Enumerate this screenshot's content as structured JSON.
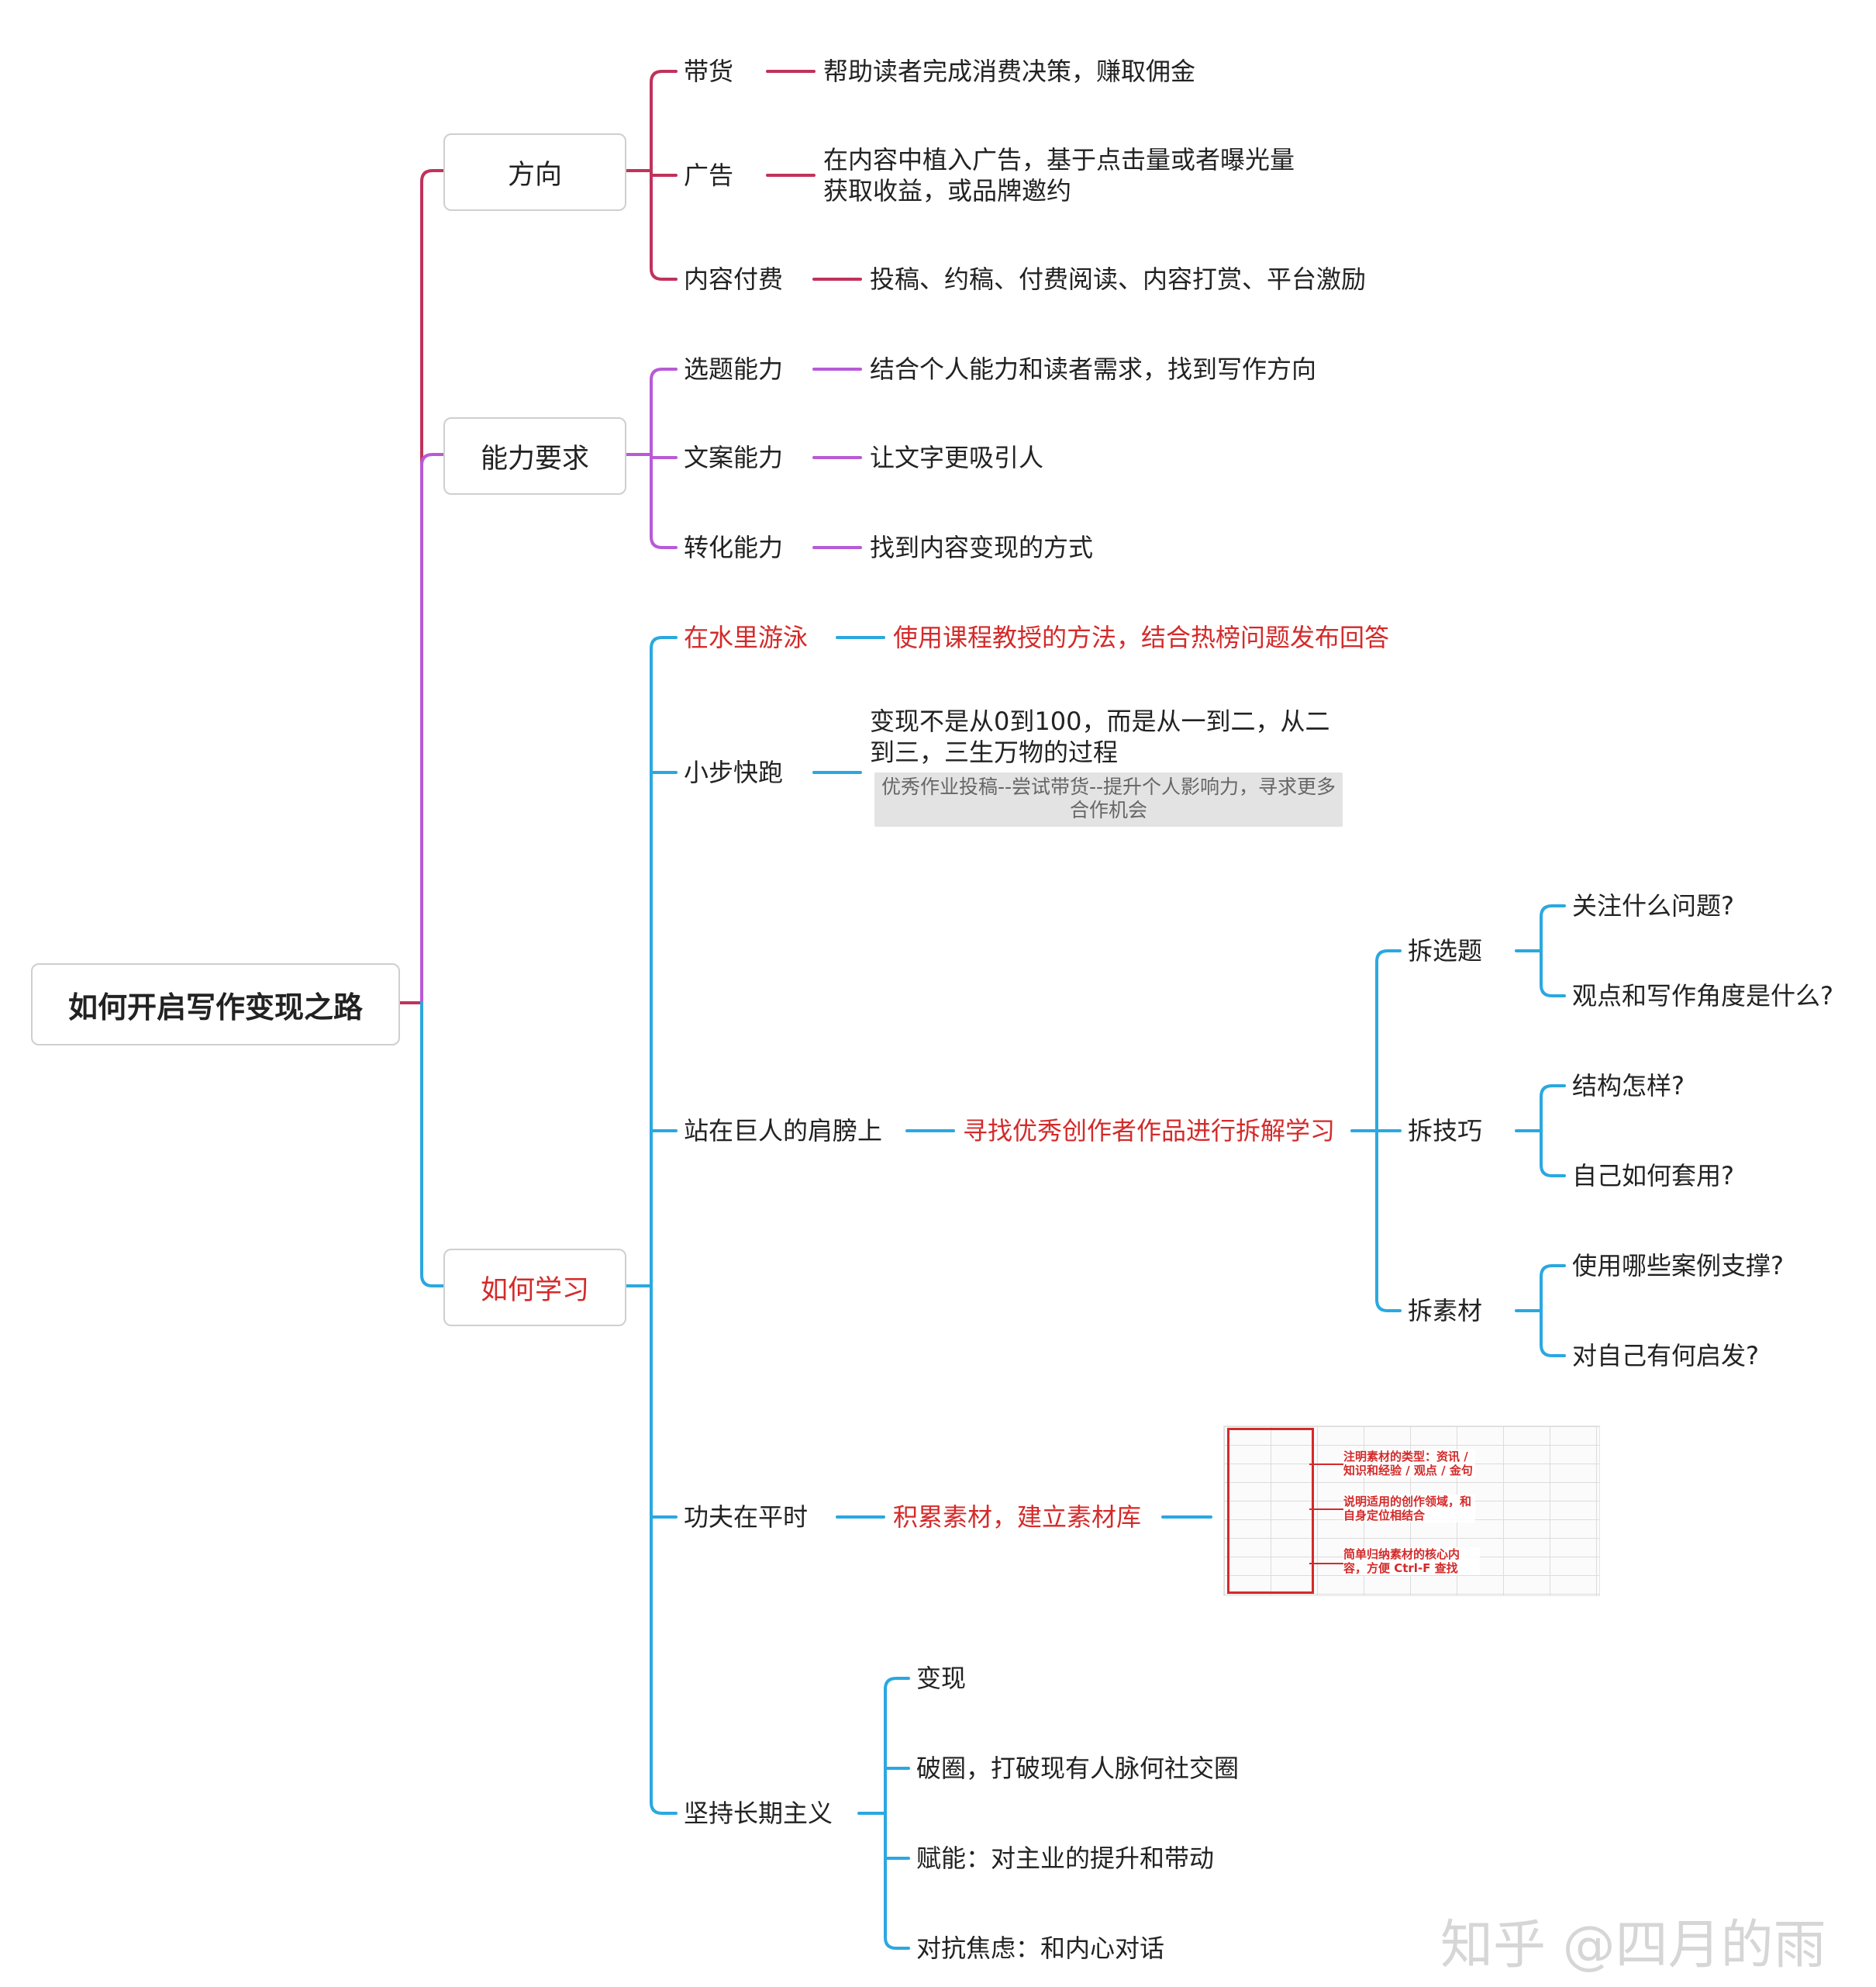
{
  "root": "如何开启写作变现之路",
  "colors": {
    "maroon": "#c0325c",
    "purple": "#b85ad6",
    "blue": "#2aa8e0",
    "red": "#d42a2a"
  },
  "branches": {
    "direction": {
      "label": "方向",
      "items": [
        {
          "label": "带货",
          "detail": "帮助读者完成消费决策，赚取佣金"
        },
        {
          "label": "广告",
          "detail": "在内容中植入广告，基于点击量或者曝光量获取收益，或品牌邀约"
        },
        {
          "label": "内容付费",
          "detail": "投稿、约稿、付费阅读、内容打赏、平台激励"
        }
      ]
    },
    "ability": {
      "label": "能力要求",
      "items": [
        {
          "label": "选题能力",
          "detail": "结合个人能力和读者需求，找到写作方向"
        },
        {
          "label": "文案能力",
          "detail": "让文字更吸引人"
        },
        {
          "label": "转化能力",
          "detail": "找到内容变现的方式"
        }
      ]
    },
    "learn": {
      "label": "如何学习",
      "swim": {
        "label": "在水里游泳",
        "detail": "使用课程教授的方法，结合热榜问题发布回答"
      },
      "small_steps": {
        "label": "小步快跑",
        "detail": "变现不是从0到100，而是从一到二，从二到三，三生万物的过程",
        "note": "优秀作业投稿--尝试带货--提升个人影响力，寻求更多合作机会"
      },
      "giants": {
        "label": "站在巨人的肩膀上",
        "detail": "寻找优秀创作者作品进行拆解学习",
        "children": [
          {
            "label": "拆选题",
            "q1": "关注什么问题?",
            "q2": "观点和写作角度是什么?"
          },
          {
            "label": "拆技巧",
            "q1": "结构怎样?",
            "q2": "自己如何套用?"
          },
          {
            "label": "拆素材",
            "q1": "使用哪些案例支撑?",
            "q2": "对自己有何启发?"
          }
        ]
      },
      "daily": {
        "label": "功夫在平时",
        "detail": "积累素材，建立素材库",
        "thumb_notes": [
          "注明素材的类型：资讯 / 知识和经验 / 观点 / 金句",
          "说明适用的创作领域，和自身定位相结合",
          "简单归纳素材的核心内容，方便 Ctrl-F 查找"
        ]
      },
      "longterm": {
        "label": "坚持长期主义",
        "items": [
          "变现",
          "破圈，打破现有人脉何社交圈",
          "赋能：对主业的提升和带动",
          "对抗焦虑：和内心对话"
        ]
      }
    }
  },
  "watermark": "知乎 @四月的雨"
}
